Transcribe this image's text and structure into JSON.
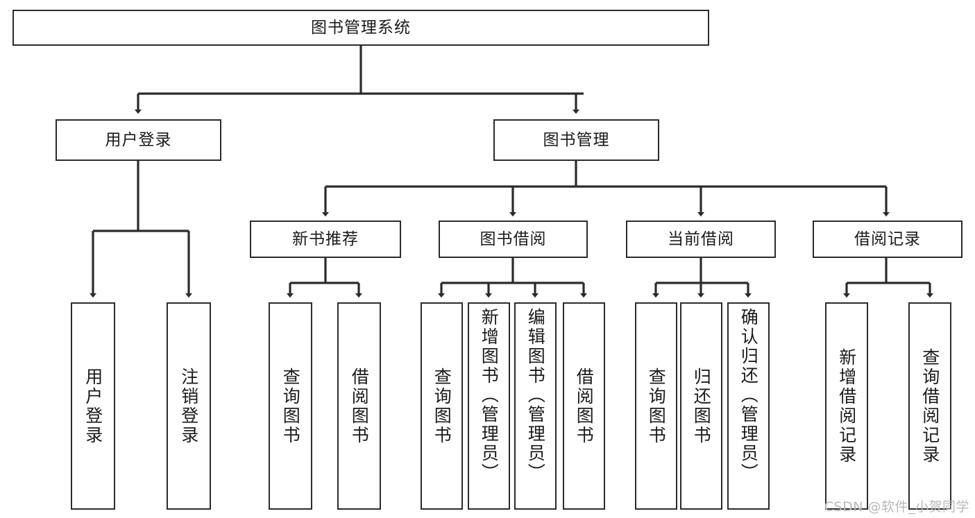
{
  "diagram": {
    "title": "图书管理系统",
    "type": "functional-structure-tree",
    "watermark": "CSDN @软件_小贺同学",
    "colors": {
      "box_border": "#2b2b2b",
      "box_fill": "#ffffff",
      "connector": "#2b2b2b",
      "text": "#1a1a1a",
      "watermark": "#b9b9b9"
    },
    "root": {
      "label": "图书管理系统"
    },
    "level2": [
      {
        "id": "user-login",
        "label": "用户登录"
      },
      {
        "id": "book-manage",
        "label": "图书管理"
      }
    ],
    "level3": [
      {
        "id": "new-book-rec",
        "label": "新书推荐"
      },
      {
        "id": "book-borrow",
        "label": "图书借阅"
      },
      {
        "id": "current-borrow",
        "label": "当前借阅"
      },
      {
        "id": "borrow-record",
        "label": "借阅记录"
      }
    ],
    "leaves": {
      "user_login": [
        {
          "id": "leaf-user-login",
          "label": "用户登录"
        },
        {
          "id": "leaf-logout",
          "label": "注销登录"
        }
      ],
      "new_book_rec": [
        {
          "id": "leaf-query-book-1",
          "label": "查询图书"
        },
        {
          "id": "leaf-borrow-book-1",
          "label": "借阅图书"
        }
      ],
      "book_borrow": [
        {
          "id": "leaf-query-book-2",
          "label": "查询图书"
        },
        {
          "id": "leaf-add-book",
          "label": "新增图书（管理员）"
        },
        {
          "id": "leaf-edit-book",
          "label": "编辑图书（管理员）"
        },
        {
          "id": "leaf-borrow-book-2",
          "label": "借阅图书"
        }
      ],
      "current_borrow": [
        {
          "id": "leaf-query-book-3",
          "label": "查询图书"
        },
        {
          "id": "leaf-return-book",
          "label": "归还图书"
        },
        {
          "id": "leaf-confirm-return",
          "label": "确认归还（管理员）"
        }
      ],
      "borrow_record": [
        {
          "id": "leaf-add-record",
          "label": "新增借阅记录"
        },
        {
          "id": "leaf-query-record",
          "label": "查询借阅记录"
        }
      ]
    }
  }
}
